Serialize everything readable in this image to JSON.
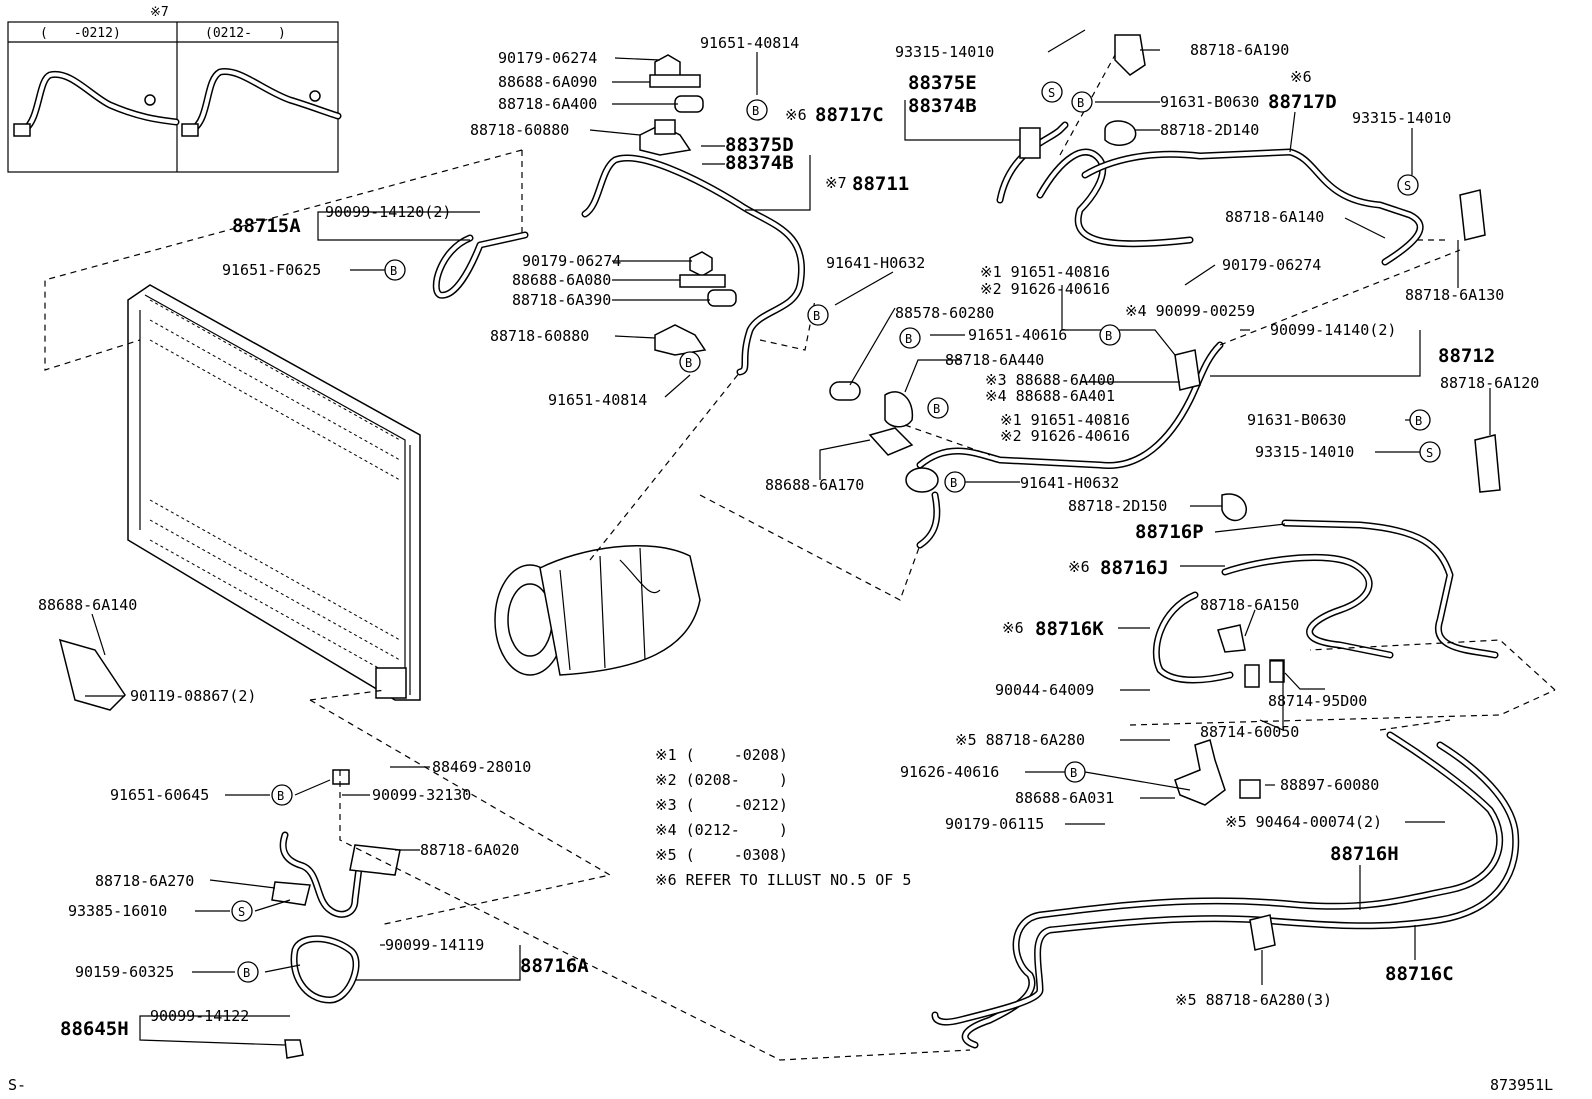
{
  "inset": {
    "marker": "※7",
    "col1": "(　　-0212)",
    "col2": "(0212-　　)"
  },
  "badges": {
    "B": "B",
    "S": "S"
  },
  "labels": {
    "p90179_06274_a": "90179-06274",
    "p88688_6A090": "88688-6A090",
    "p88718_6A400": "88718-6A400",
    "p88718_60880_a": "88718-60880",
    "p91651_40814_a": "91651-40814",
    "p88375D": "88375D",
    "p88374B_a": "88374B",
    "p88711_pre": "※7",
    "p88711": "88711",
    "p88715A": "88715A",
    "p90099_14120": "90099-14120(2)",
    "p91651_F0625": "91651-F0625",
    "p90179_06274_b": "90179-06274",
    "p88688_6A080": "88688-6A080",
    "p88718_6A390": "88718-6A390",
    "p88718_60880_b": "88718-60880",
    "p91651_40814_b": "91651-40814",
    "p91641_H0632_a": "91641-H0632",
    "p93315_14010_a": "93315-14010",
    "p88375E": "88375E",
    "p88374B_b": "88374B",
    "p88717C_pre": "※6",
    "p88717C": "88717C",
    "p88718_6A190": "88718-6A190",
    "p91631_B0630_a": "91631-B0630",
    "p88717D_pre": "※6",
    "p88717D": "88717D",
    "p88718_2D140": "88718-2D140",
    "p93315_14010_b": "93315-14010",
    "p88718_6A140": "88718-6A140",
    "p88718_6A130": "88718-6A130",
    "p91651_40816_a": "※1 91651-40816",
    "p91626_40616_a": "※2 91626-40616",
    "p90179_06274_c": "90179-06274",
    "p90099_00259": "※4 90099-00259",
    "p88578_60280": "88578-60280",
    "p91651_40616": "91651-40616",
    "p90099_14140": "90099-14140(2)",
    "p88712": "88712",
    "p88718_6A440": "88718-6A440",
    "p88688_6A400": "※3 88688-6A400",
    "p88688_6A401": "※4 88688-6A401",
    "p91651_40816_b": "※1 91651-40816",
    "p91626_40616_b": "※2 91626-40616",
    "p88718_6A120": "88718-6A120",
    "p91631_B0630_b": "91631-B0630",
    "p93315_14010_c": "93315-14010",
    "p88688_6A170": "88688-6A170",
    "p91641_H0632_b": "91641-H0632",
    "p88718_2D150": "88718-2D150",
    "p88716P": "88716P",
    "p88716J_pre": "※6",
    "p88716J": "88716J",
    "p88716K_pre": "※6",
    "p88716K": "88716K",
    "p88718_6A150": "88718-6A150",
    "p90044_64009": "90044-64009",
    "p88714_95D00": "88714-95D00",
    "p88714_60050": "88714-60050",
    "p88718_6A280_a": "※5 88718-6A280",
    "p91626_40616_c": "91626-40616",
    "p88897_60080": "88897-60080",
    "p88688_6A031": "88688-6A031",
    "p90179_06115": "90179-06115",
    "p90464_00074": "※5 90464-00074(2)",
    "p88716H": "88716H",
    "p88716C": "88716C",
    "p88718_6A280_b": "※5 88718-6A280(3)",
    "p88688_6A140": "88688-6A140",
    "p90119_08867": "90119-08867(2)",
    "p88469_28010": "88469-28010",
    "p91651_60645": "91651-60645",
    "p90099_32130": "90099-32130",
    "p88718_6A020": "88718-6A020",
    "p88718_6A270": "88718-6A270",
    "p93385_16010": "93385-16010",
    "p90099_14119": "90099-14119",
    "p88716A": "88716A",
    "p90159_60325": "90159-60325",
    "p88645H": "88645H",
    "p90099_14122": "90099-14122"
  },
  "notes": [
    "※1 (　　 -0208)",
    "※2 (0208-　　 )",
    "※3 (　　 -0212)",
    "※4 (0212-　　 )",
    "※5 (　　 -0308)",
    "※6 REFER TO ILLUST NO.5 OF 5"
  ],
  "footer": {
    "left": "S-",
    "right": "873951L"
  }
}
